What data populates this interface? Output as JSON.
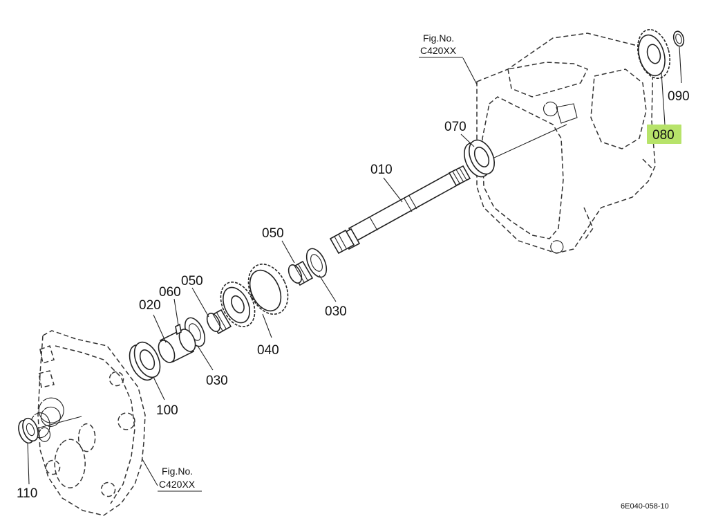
{
  "labels": {
    "p010": "010",
    "p020": "020",
    "p030a": "030",
    "p030b": "030",
    "p040": "040",
    "p050a": "050",
    "p050b": "050",
    "p060": "060",
    "p070": "070",
    "p080": "080",
    "p090": "090",
    "p100": "100",
    "p110": "110"
  },
  "fig_top": {
    "line1": "Fig.No.",
    "line2": "C420XX"
  },
  "fig_bottom": {
    "line1": "Fig.No.",
    "line2": "C420XX"
  },
  "drawing_code": "6E040-058-10",
  "highlight_color": "#b7e36a"
}
